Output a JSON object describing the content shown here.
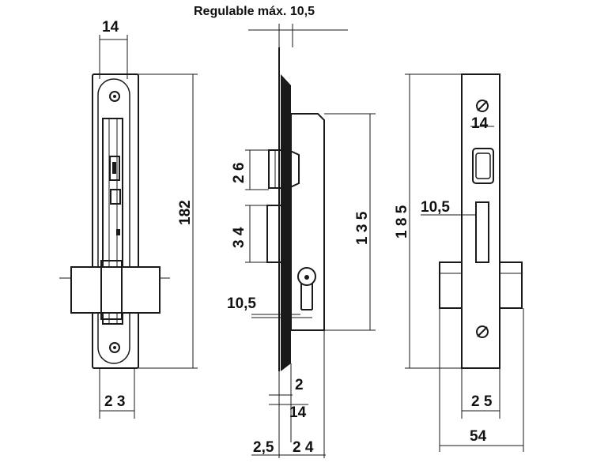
{
  "title": "Regulable máx. 10,5",
  "dimensions": {
    "left_top_width": "14",
    "left_height": "182",
    "left_bottom_width": "2 3",
    "mid_upper": "2 6",
    "mid_middle": "3 4",
    "mid_height": "1 3 5",
    "mid_offset": "10,5",
    "mid_gap": "2",
    "mid_small": "14",
    "mid_bottom_left": "2,5",
    "mid_bottom_right": "2 4",
    "right_height": "1 8 5",
    "right_slot": "10,5",
    "right_top": "14",
    "right_width": "2 5",
    "right_total": "54"
  }
}
